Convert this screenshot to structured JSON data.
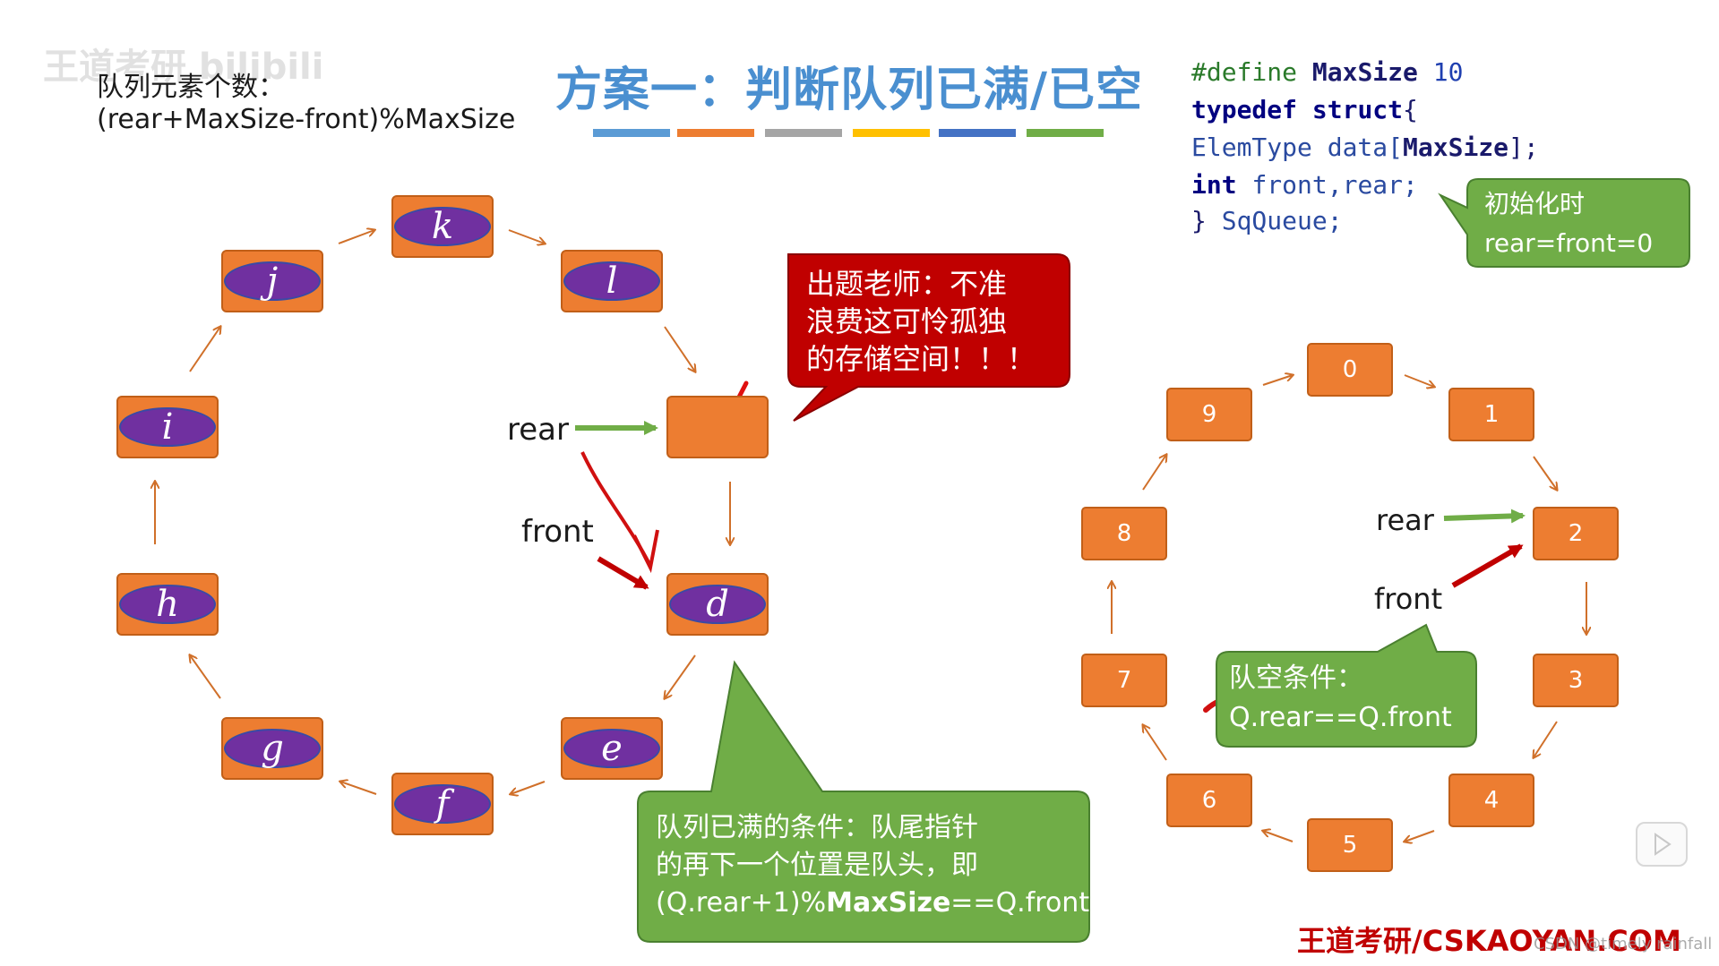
{
  "watermark": "王道考研 bilibili",
  "title": "方案一：判断队列已满/已空",
  "title_bar_colors": [
    "#5b9bd5",
    "#ed7d31",
    "#a5a5a5",
    "#ffc000",
    "#4472c4",
    "#70ad47"
  ],
  "formula": {
    "line1": "队列元素个数：",
    "line2": "(rear+MaxSize-front)%MaxSize"
  },
  "code": {
    "define_kw": "#define",
    "define_name": "MaxSize",
    "define_val": "10",
    "typedef_kw": "typedef",
    "struct_kw": "struct",
    "brace_open": "{",
    "elemtype": "ElemType",
    "data_field": "data[",
    "data_size": "MaxSize",
    "data_end": "];",
    "int_kw": "int",
    "front_rear": "front,rear;",
    "close_brace": "}",
    "sqqueue": "SqQueue;"
  },
  "left_queue": {
    "nodes": [
      "k",
      "l",
      "",
      "d",
      "e",
      "f",
      "g",
      "h",
      "i",
      "j"
    ],
    "rear_label": "rear",
    "front_label": "front"
  },
  "right_queue": {
    "nodes": [
      "0",
      "1",
      "2",
      "3",
      "4",
      "5",
      "6",
      "7",
      "8",
      "9"
    ],
    "rear_label": "rear",
    "front_label": "front"
  },
  "callout_red": {
    "line1": "出题老师：不准",
    "line2": "浪费这可怜孤独",
    "line3": "的存储空间！！！"
  },
  "callout_init": {
    "line1": "初始化时",
    "line2": "rear=front=0"
  },
  "callout_full": {
    "line1": "队列已满的条件：队尾指针",
    "line2": "的再下一个位置是队头，即",
    "line3_a": "(Q.rear+1)%",
    "line3_b": "MaxSize",
    "line3_c": "==Q.front"
  },
  "callout_empty": {
    "line1": "队空条件：",
    "line2": "Q.rear==Q.front"
  },
  "footer": "王道考研/CSKAOYAN.COM",
  "credit": "CSDN @timely rainfall",
  "colors": {
    "node": "#ed7d31",
    "ellipse": "#7030a0",
    "title": "#4a8fd0",
    "callout_green": "#70ad47",
    "callout_red": "#c00000",
    "arrow_green": "#70ad47",
    "arrow_red": "#c00000"
  }
}
